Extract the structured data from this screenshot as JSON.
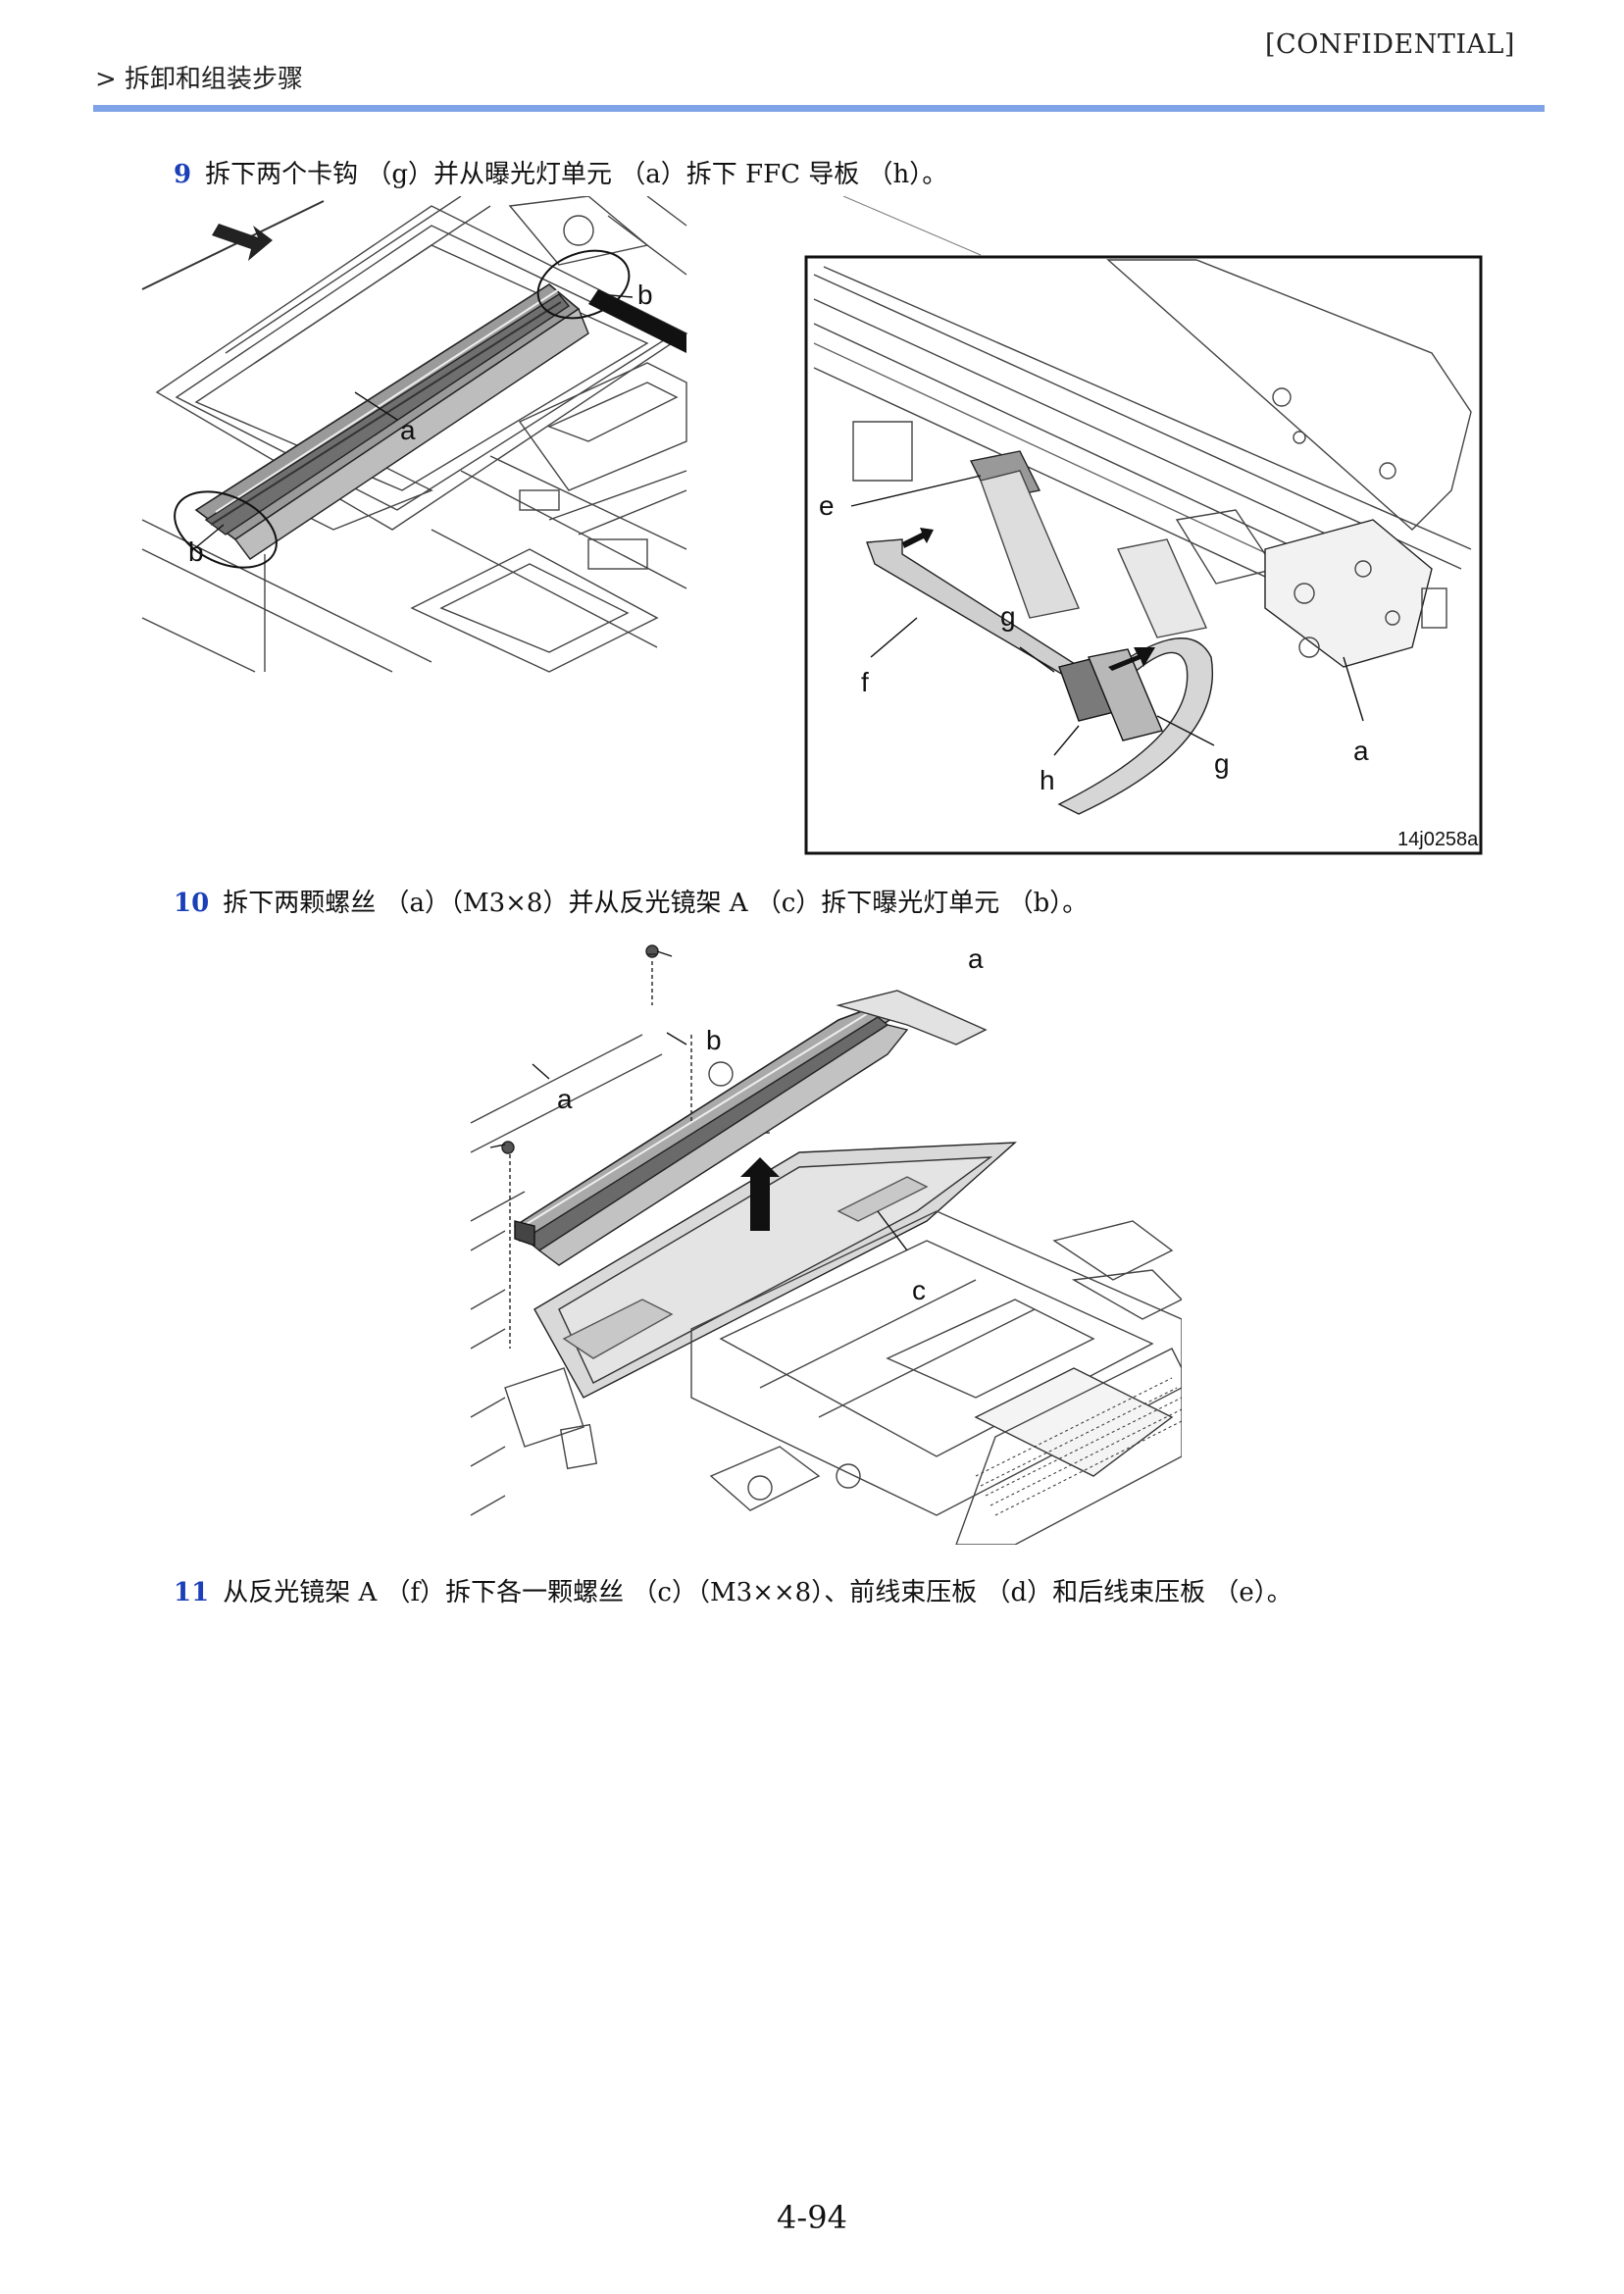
{
  "header": {
    "confidential": "[CONFIDENTIAL]",
    "breadcrumb": "> 拆卸和组装步骤"
  },
  "steps": [
    {
      "number": "9",
      "text": "拆下两个卡钩 （g）并从曝光灯单元 （a）拆下 FFC 导板 （h）。"
    },
    {
      "number": "10",
      "text": "拆下两颗螺丝 （a）（M3×8）并从反光镜架 A （c）拆下曝光灯单元 （b）。"
    },
    {
      "number": "11",
      "text": "从反光镜架 A （f）拆下各一颗螺丝 （c）（M3××8）、前线束压板 （d）和后线束压板 （e）。"
    }
  ],
  "figure1": {
    "labels": {
      "b_top": "b",
      "a_main": "a",
      "b_left": "b"
    },
    "inset_labels": {
      "e": "e",
      "f": "f",
      "g_top": "g",
      "h": "h",
      "g_bottom": "g",
      "a": "a"
    },
    "figure_id": "14j0258a"
  },
  "figure2": {
    "labels": {
      "a_top": "a",
      "b": "b",
      "a_left": "a",
      "c": "c"
    }
  },
  "footer": {
    "page_number": "4-94"
  }
}
